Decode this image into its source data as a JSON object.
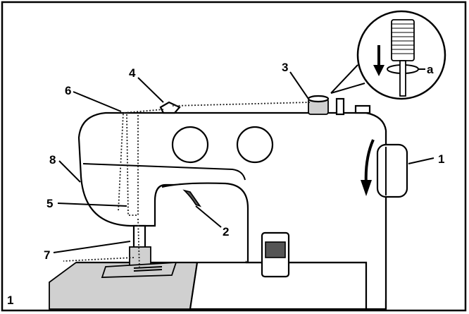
{
  "figure_number": "1",
  "callouts": [
    {
      "id": "c1",
      "text": "1"
    },
    {
      "id": "c2",
      "text": "2"
    },
    {
      "id": "c3",
      "text": "3"
    },
    {
      "id": "c4",
      "text": "4"
    },
    {
      "id": "c5",
      "text": "5"
    },
    {
      "id": "c6",
      "text": "6"
    },
    {
      "id": "c7",
      "text": "7"
    },
    {
      "id": "c8",
      "text": "8"
    }
  ],
  "inset_label": "a"
}
